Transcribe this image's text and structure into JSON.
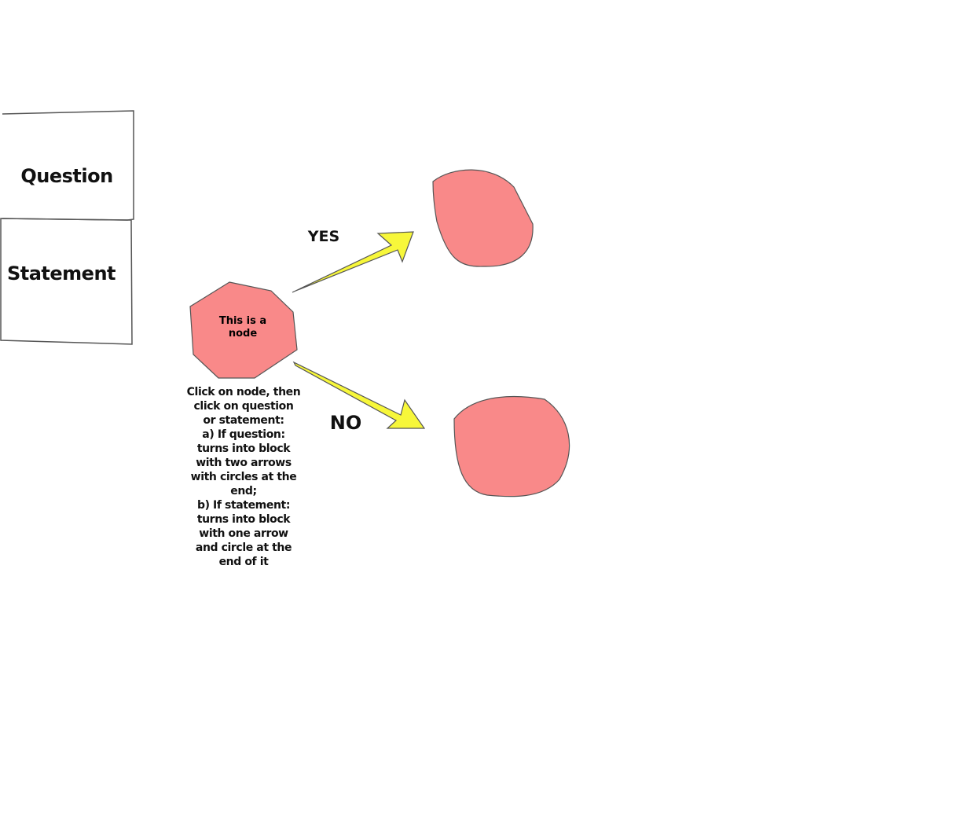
{
  "toolbar": {
    "question_label": "Question",
    "statement_label": "Statement"
  },
  "diagram": {
    "node_label_lines": [
      "This is a",
      "node"
    ],
    "yes_label": "YES",
    "no_label": "NO",
    "instruction_lines": [
      "Click on node, then",
      "click on question",
      "or statement:",
      "a) If question:",
      "turns into block",
      "with two arrows",
      "with circles at the",
      "end;",
      "b) If statement:",
      "turns into block",
      "with one arrow",
      "and circle at the",
      "end of it"
    ]
  },
  "colors": {
    "node_fill": "#f98989",
    "arrow_fill": "#f7f73a",
    "stroke": "#555555",
    "text": "#111111"
  }
}
